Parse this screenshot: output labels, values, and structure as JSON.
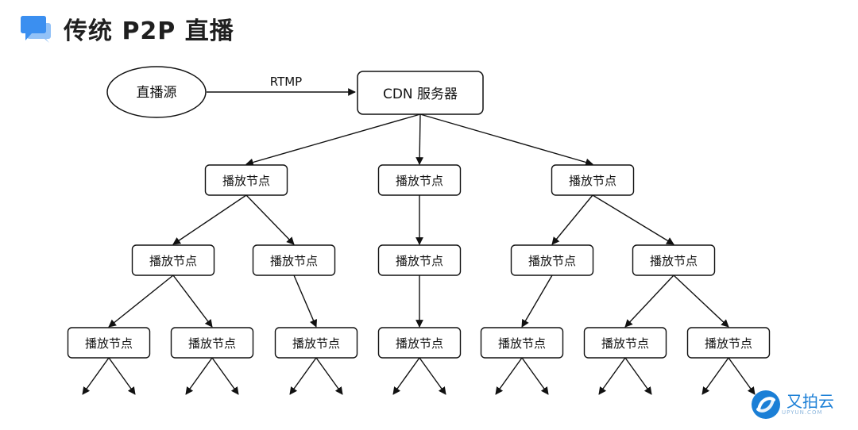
{
  "title": "传统 P2P 直播",
  "source_label": "直播源",
  "edge_label": "RTMP",
  "cdn_label": "CDN 服务器",
  "node_label": "播放节点",
  "logo": {
    "text": "又拍云",
    "sub": "UPYUN.COM"
  },
  "colors": {
    "title_icon": "#3b8ff0",
    "logo": "#1b7fd6",
    "line": "#111111"
  }
}
